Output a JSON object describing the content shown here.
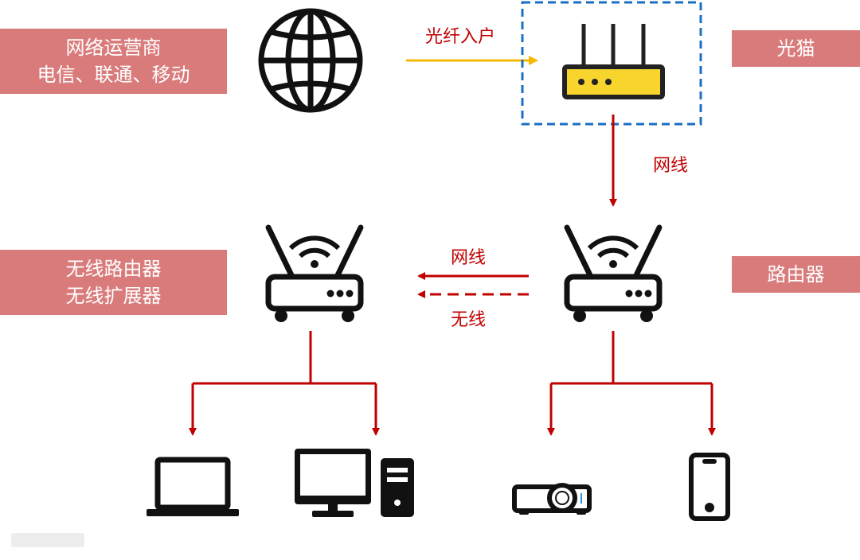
{
  "labels": {
    "isp_line1": "网络运营商",
    "isp_line2": "电信、联通、移动",
    "modem": "光猫",
    "router": "路由器",
    "wireless_line1": "无线路由器",
    "wireless_line2": "无线扩展器"
  },
  "edges": {
    "fiber": "光纤入户",
    "cable_modem_router": "网线",
    "cable_router_wireless": "网线",
    "wireless": "无线"
  },
  "colors": {
    "label_bg": "#d97b7b",
    "wired_arrow": "#c00000",
    "fiber_arrow": "#f5b800",
    "modem_box": "#1a6fc4",
    "modem_panel": "#f7d52d"
  },
  "icons": [
    "globe-icon",
    "modem-icon",
    "router-icon",
    "wireless-router-icon",
    "laptop-icon",
    "desktop-icon",
    "projector-icon",
    "phone-icon"
  ]
}
